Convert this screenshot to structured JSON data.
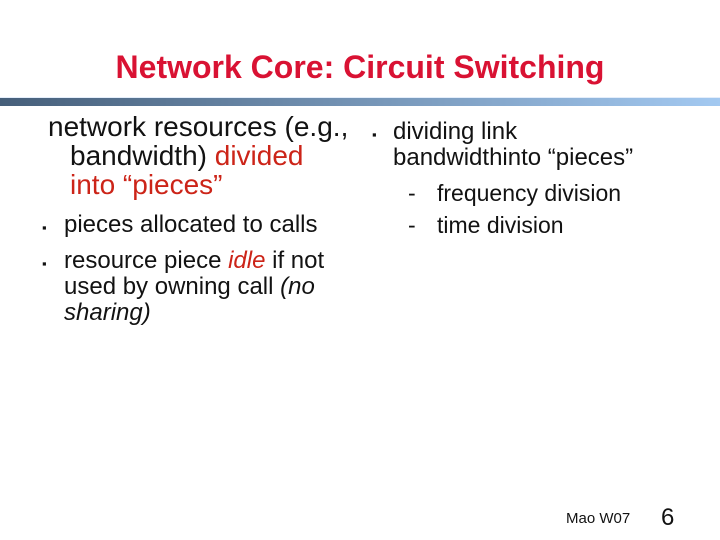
{
  "colors": {
    "title-red": "#d91233",
    "body-red": "#cc2418",
    "bar-left": "#465f7a",
    "bar-right": "#a3c9f1",
    "text-black": "#121212"
  },
  "title": {
    "text": "Network Core: Circuit Switching"
  },
  "left_column": {
    "heading": {
      "line1": "network resources (e.g.,",
      "line2_part1": "bandwidth) ",
      "line2_part2_red": "divided",
      "line3_red": "into “pieces”"
    },
    "bullet_marker": "▪",
    "bullets": [
      {
        "text": "pieces allocated to calls"
      },
      {
        "seg1": "resource piece ",
        "seg2_red_italic": "idle",
        "seg3": " if not used by owning call ",
        "seg4_italic": "(no sharing)"
      }
    ]
  },
  "right_column": {
    "bullet_marker": "▪",
    "bullet": {
      "line1": "dividing link bandwidth",
      "line2": "into “pieces”"
    },
    "sub_item_marker": "-",
    "sub_items": [
      {
        "text": "frequency division"
      },
      {
        "text": "time division"
      }
    ]
  },
  "footer": {
    "author": "Mao W07",
    "page_number": "6"
  }
}
